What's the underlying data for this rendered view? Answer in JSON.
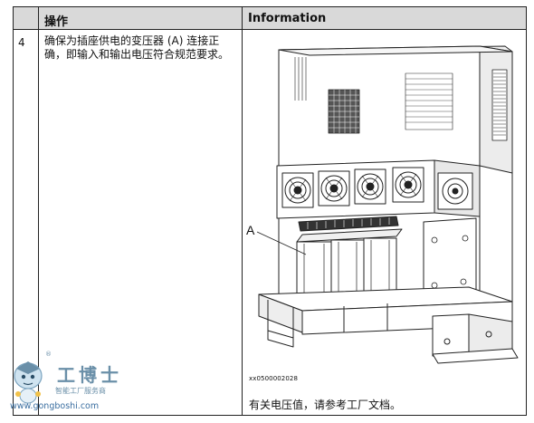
{
  "table": {
    "headers": [
      "",
      "操作",
      "Information"
    ],
    "row": {
      "step": "4",
      "instruction": "确保为插座供电的变压器 (A) 连接正确，即输入和输出电压符合规范要求。",
      "figure_callout": "A",
      "figure_code": "xx0500002028",
      "caption": "有关电压值，请参考工厂文档。"
    }
  },
  "watermark": {
    "name": "工博士",
    "tagline": "智能工厂服务商",
    "url": "www.gongboshi.com",
    "registered": "®"
  }
}
